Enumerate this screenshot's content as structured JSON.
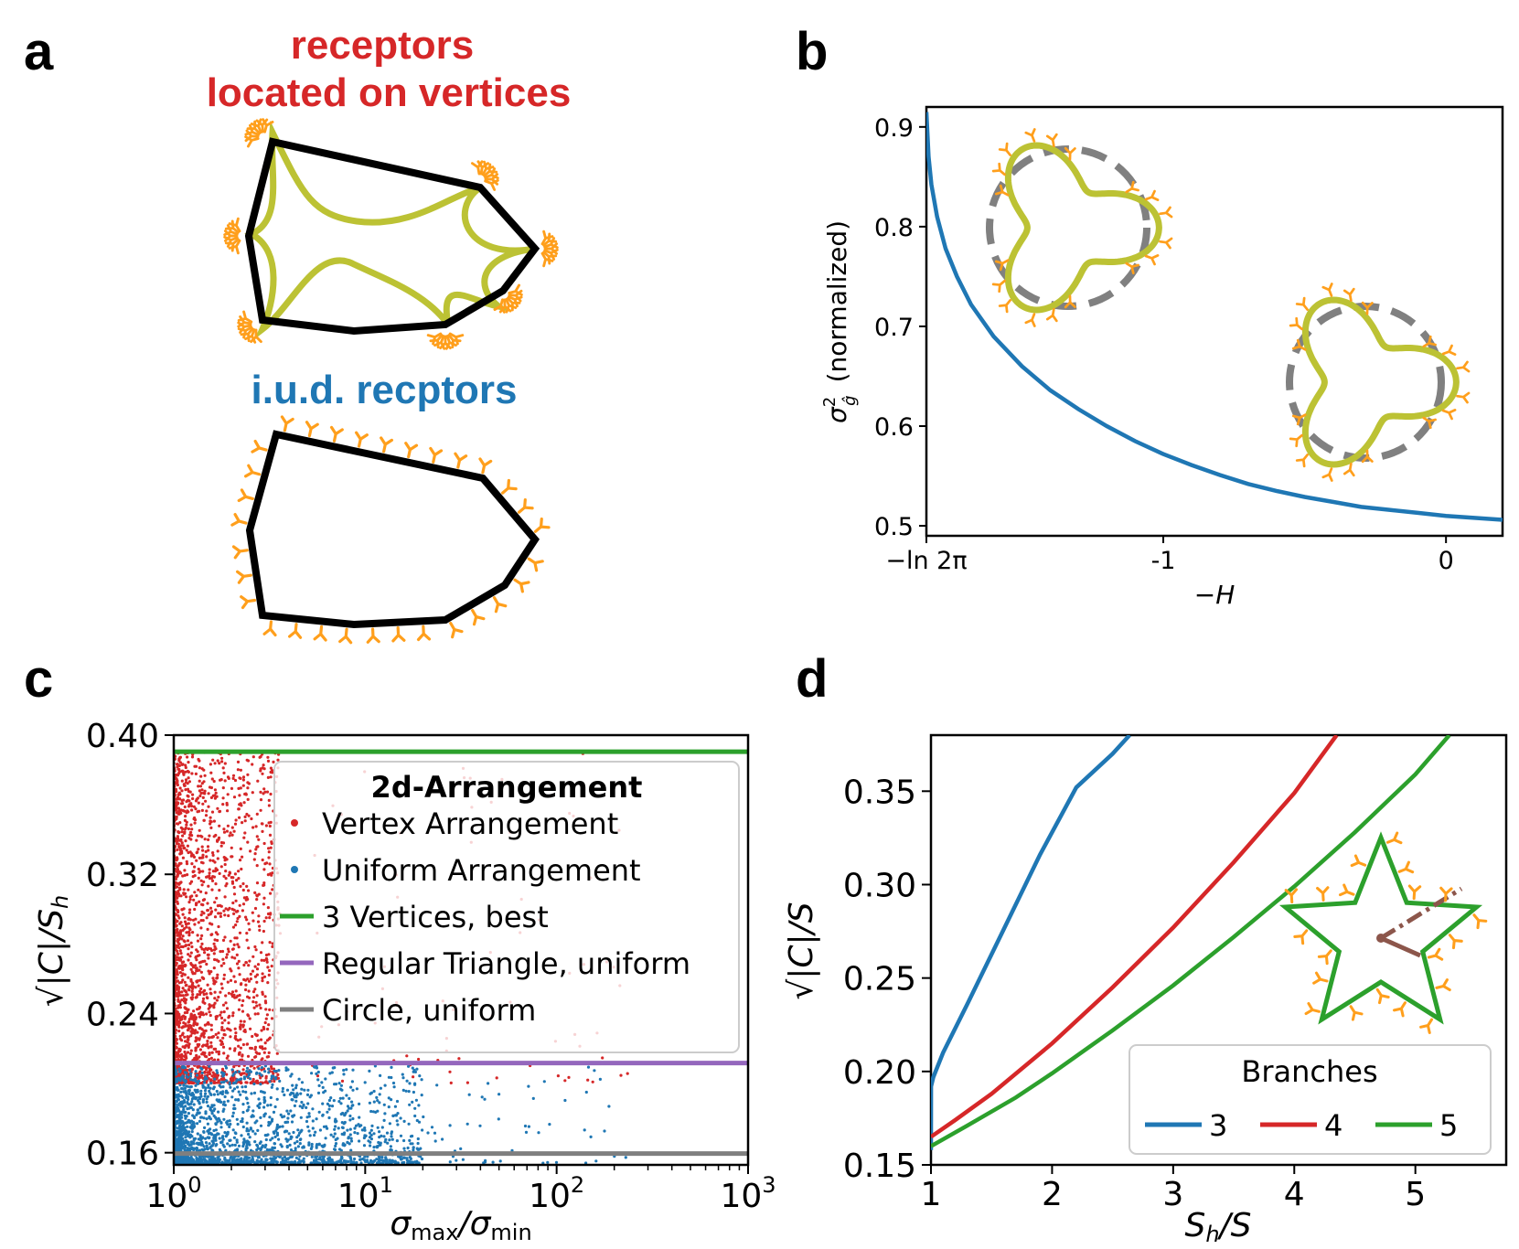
{
  "panel_a": {
    "label": "a",
    "title_vertex_line1": "receptors",
    "title_vertex_line2": "located on vertices",
    "title_uniform": "i.u.d. recptors",
    "colors": {
      "vertex": "#d62728",
      "uniform": "#1f77b4",
      "receptor": "#ff9f1c",
      "curve": "#bcc234"
    }
  },
  "panel_b": {
    "label": "b",
    "chart_data": {
      "type": "line",
      "xlabel": "−H",
      "ylabel_main": "σ",
      "ylabel_sup": "2",
      "ylabel_sub": "ĝ",
      "ylabel_rest": "(normalized)",
      "xlim": [
        -1.8379,
        0.2
      ],
      "ylim": [
        0.49,
        0.92
      ],
      "xticks": [
        {
          "v": -1.8379,
          "label": "−ln 2π"
        },
        {
          "v": -1,
          "label": "-1"
        },
        {
          "v": 0,
          "label": "0"
        }
      ],
      "yticks": [
        0.5,
        0.6,
        0.7,
        0.8,
        0.9
      ],
      "ytick_labels": [
        "0.5",
        "0.6",
        "0.7",
        "0.8",
        "0.9"
      ],
      "series": [
        {
          "color": "#1f77b4",
          "x": [
            -1.8379,
            -1.83,
            -1.82,
            -1.8,
            -1.77,
            -1.73,
            -1.68,
            -1.6,
            -1.5,
            -1.4,
            -1.3,
            -1.2,
            -1.1,
            -1.0,
            -0.9,
            -0.8,
            -0.7,
            -0.6,
            -0.5,
            -0.4,
            -0.3,
            -0.2,
            -0.1,
            0.0,
            0.1,
            0.2
          ],
          "y": [
            0.915,
            0.87,
            0.842,
            0.81,
            0.778,
            0.75,
            0.722,
            0.69,
            0.66,
            0.636,
            0.617,
            0.6,
            0.585,
            0.572,
            0.561,
            0.551,
            0.542,
            0.535,
            0.529,
            0.524,
            0.519,
            0.516,
            0.513,
            0.51,
            0.508,
            0.506
          ]
        }
      ]
    }
  },
  "panel_c": {
    "label": "c",
    "chart_data": {
      "type": "scatter",
      "xlabel_main": "σ",
      "xlabel_sub1": "max",
      "xlabel_mid": "/σ",
      "xlabel_sub2": "min",
      "ylabel": "√|C|/S",
      "ylabel_sub": "h",
      "xscale": "log",
      "xlim": [
        1,
        1000
      ],
      "ylim": [
        0.153,
        0.4
      ],
      "yticks": [
        0.16,
        0.24,
        0.32,
        0.4
      ],
      "ytick_labels": [
        "0.16",
        "0.24",
        "0.32",
        "0.40"
      ],
      "xticks": [
        {
          "v": 1,
          "base": "10",
          "exp": "0"
        },
        {
          "v": 10,
          "base": "10",
          "exp": "1"
        },
        {
          "v": 100,
          "base": "10",
          "exp": "2"
        },
        {
          "v": 1000,
          "base": "10",
          "exp": "3"
        }
      ],
      "hlines": [
        {
          "y": 0.3905,
          "color": "#2ca02c"
        },
        {
          "y": 0.2115,
          "color": "#9467bd"
        },
        {
          "y": 0.1595,
          "color": "#7f7f7f"
        }
      ],
      "legend": {
        "title": "2d-Arrangement",
        "location": "upper right",
        "entries": [
          {
            "label": "Vertex Arrangement",
            "marker": "dot",
            "color": "#d62728"
          },
          {
            "label": "Uniform Arrangement",
            "marker": "dot",
            "color": "#1f77b4"
          },
          {
            "label": "3 Vertices, best",
            "marker": "line",
            "color": "#2ca02c"
          },
          {
            "label": "Regular Triangle, uniform",
            "marker": "line",
            "color": "#9467bd"
          },
          {
            "label": "Circle, uniform",
            "marker": "line",
            "color": "#7f7f7f"
          }
        ]
      },
      "scatter_series": [
        {
          "name": "Vertex Arrangement",
          "color": "#d62728",
          "n": 2400,
          "x_median": 1.3,
          "y_range": [
            0.2,
            0.39
          ]
        },
        {
          "name": "Uniform Arrangement",
          "color": "#1f77b4",
          "n": 2200,
          "x_median": 1.3,
          "y_range": [
            0.154,
            0.21
          ]
        }
      ]
    }
  },
  "panel_d": {
    "label": "d",
    "chart_data": {
      "type": "line",
      "xlabel_main": "S",
      "xlabel_sub": "h",
      "xlabel_rest": "/S",
      "ylabel": "√|C|/S",
      "xlim": [
        1,
        5.75
      ],
      "ylim": [
        0.15,
        0.38
      ],
      "xticks": [
        1,
        2,
        3,
        4,
        5
      ],
      "xtick_labels": [
        "1",
        "2",
        "3",
        "4",
        "5"
      ],
      "yticks": [
        0.15,
        0.2,
        0.25,
        0.3,
        0.35
      ],
      "ytick_labels": [
        "0.15",
        "0.20",
        "0.25",
        "0.30",
        "0.35"
      ],
      "legend": {
        "title": "Branches",
        "location": "lower right"
      },
      "series": [
        {
          "name": "3",
          "color": "#1f77b4",
          "x": [
            1.0,
            1.001,
            1.02,
            1.1,
            1.3,
            1.6,
            1.9,
            2.2,
            2.5,
            2.64
          ],
          "y": [
            0.158,
            0.192,
            0.197,
            0.21,
            0.236,
            0.276,
            0.316,
            0.352,
            0.37,
            0.38
          ]
        },
        {
          "name": "4",
          "color": "#d62728",
          "x": [
            1.0,
            1.2,
            1.5,
            2.0,
            2.5,
            3.0,
            3.5,
            4.0,
            4.35
          ],
          "y": [
            0.165,
            0.174,
            0.188,
            0.215,
            0.245,
            0.277,
            0.312,
            0.349,
            0.38
          ]
        },
        {
          "name": "5",
          "color": "#2ca02c",
          "x": [
            1.0,
            1.3,
            1.7,
            2.0,
            2.5,
            3.0,
            3.5,
            4.0,
            4.5,
            5.0,
            5.28
          ],
          "y": [
            0.16,
            0.171,
            0.186,
            0.199,
            0.222,
            0.246,
            0.272,
            0.299,
            0.328,
            0.359,
            0.38
          ]
        }
      ],
      "colors": {
        "receptor": "#ff9f1c",
        "inset_dash": "#8c564b"
      }
    }
  }
}
